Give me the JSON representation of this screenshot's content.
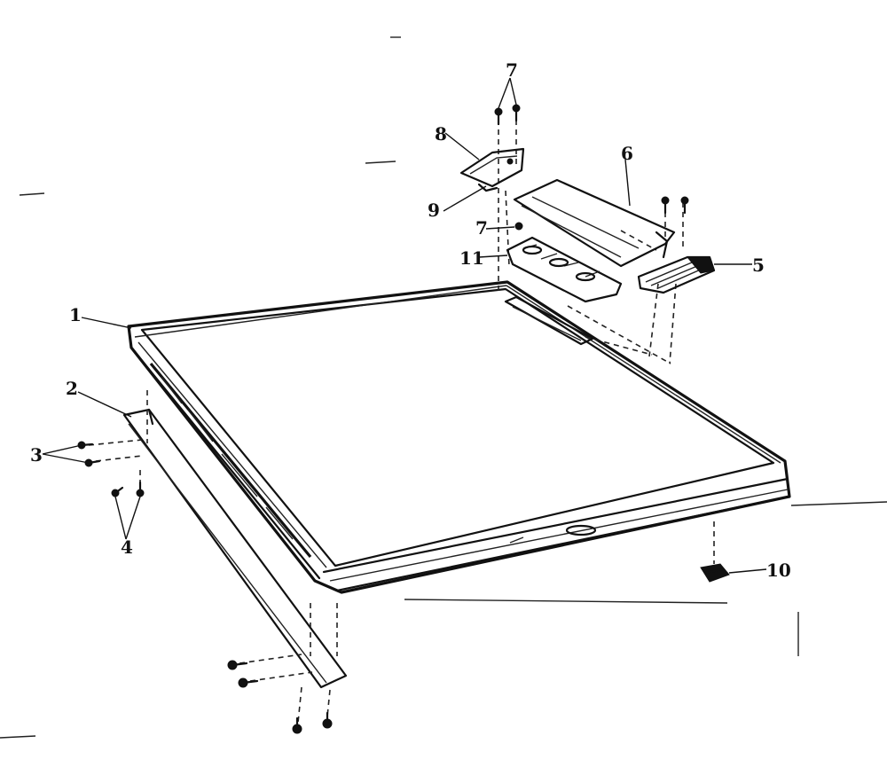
{
  "diagram": {
    "callouts": {
      "c1": "1",
      "c2": "2",
      "c3": "3",
      "c4": "4",
      "c5": "5",
      "c6": "6",
      "c7a": "7",
      "c7b": "7",
      "c8": "8",
      "c9": "9",
      "c10": "10",
      "c11": "11"
    }
  }
}
